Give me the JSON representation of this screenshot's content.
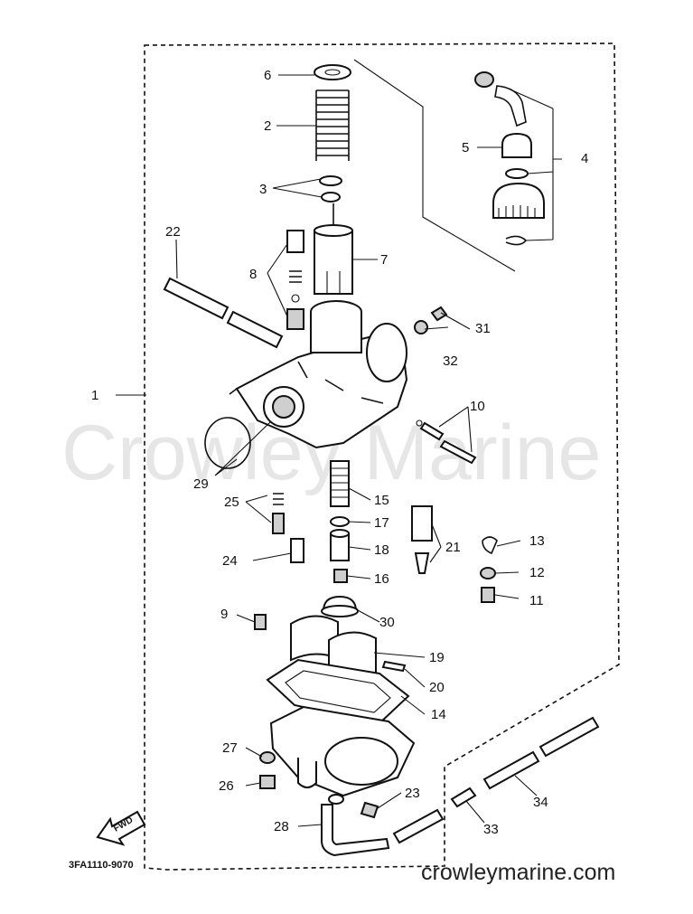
{
  "watermark": "Crowley Marine",
  "site_url": "crowleymarine.com",
  "diagram_ref": "3FA1110-9070",
  "fwd_label": "FWD",
  "callouts": [
    "1",
    "2",
    "3",
    "4",
    "5",
    "6",
    "7",
    "8",
    "9",
    "10",
    "11",
    "12",
    "13",
    "14",
    "15",
    "16",
    "17",
    "18",
    "19",
    "20",
    "21",
    "22",
    "23",
    "24",
    "25",
    "26",
    "27",
    "28",
    "29",
    "30",
    "31",
    "32",
    "33",
    "34"
  ]
}
